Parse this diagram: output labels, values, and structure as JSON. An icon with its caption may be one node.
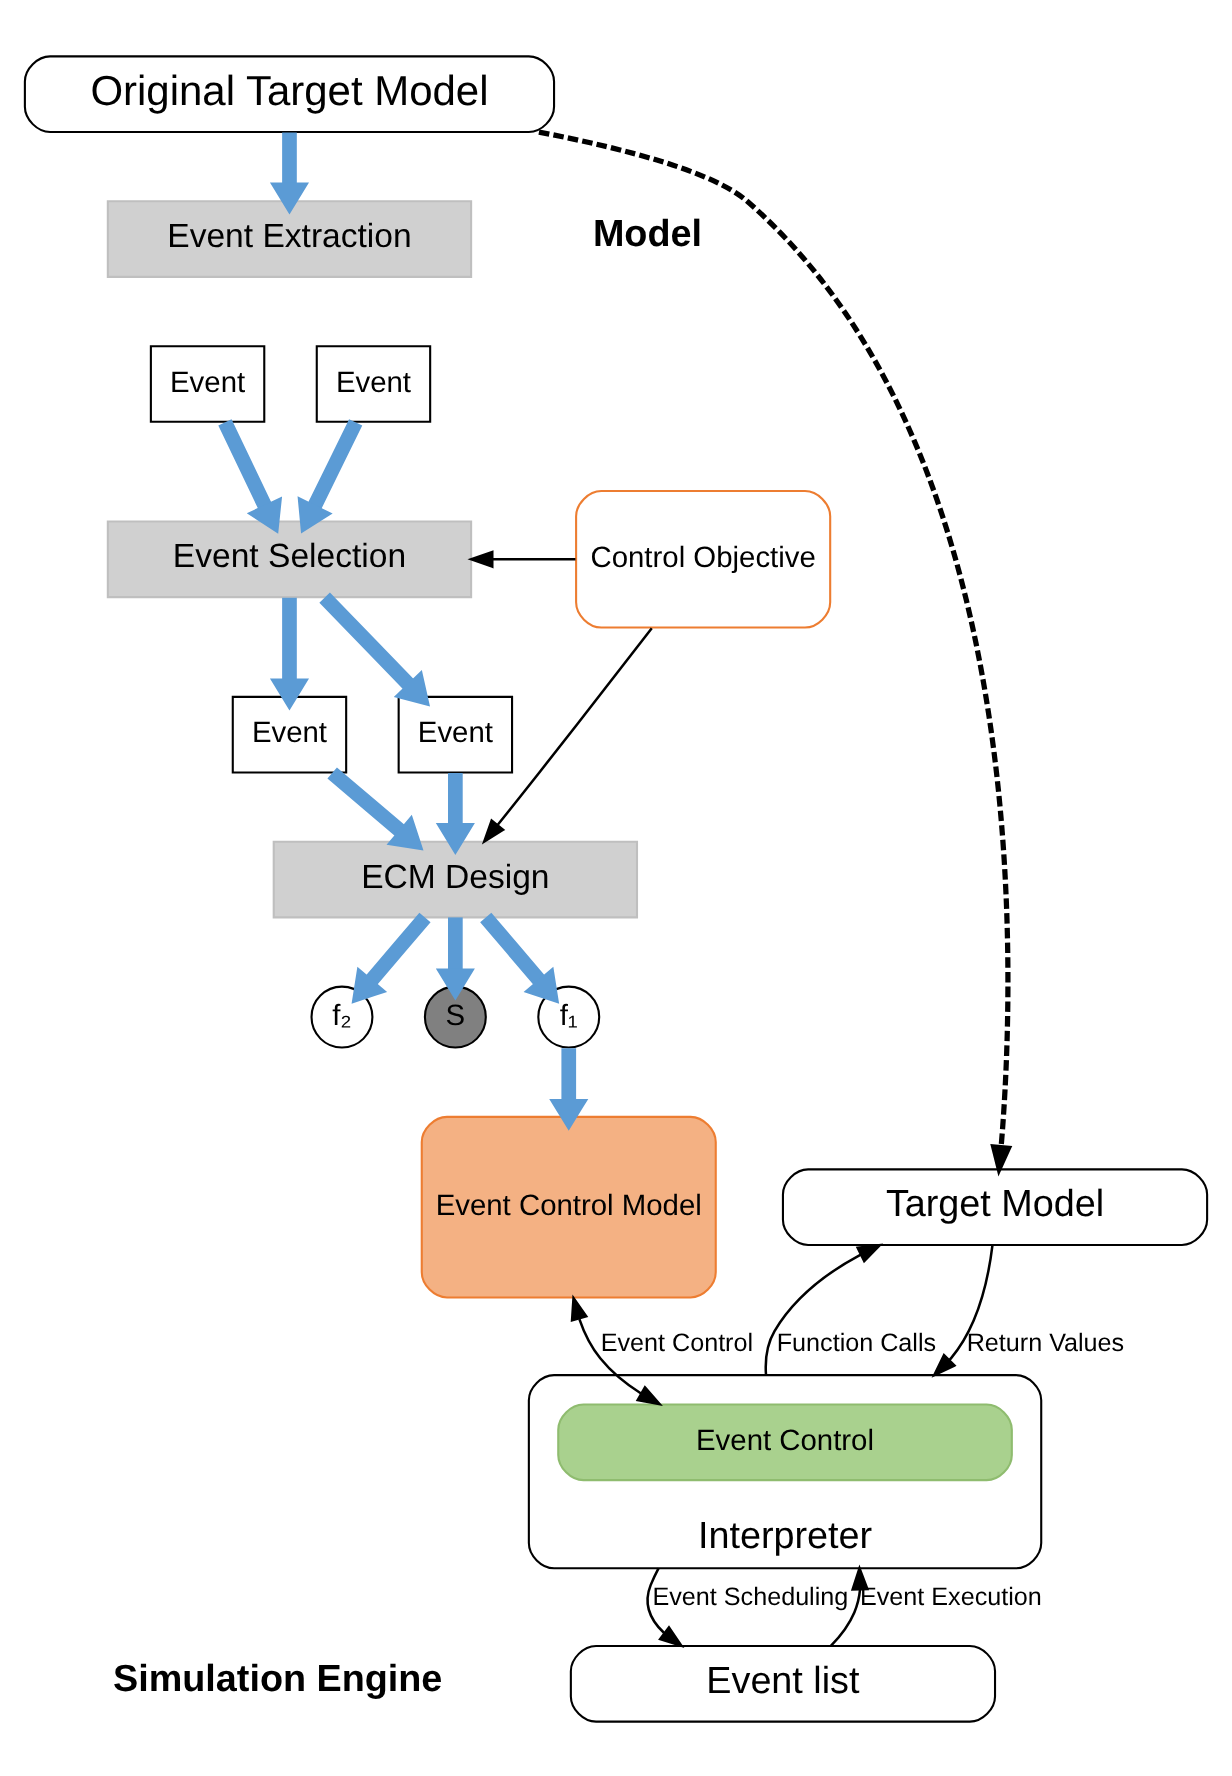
{
  "diagram": {
    "nodes": [
      {
        "text": [
          "Original Target Model"
        ]
      },
      {
        "text": [
          "Event Extraction"
        ]
      },
      {
        "text": [
          "Event"
        ]
      },
      {
        "text": [
          "Event"
        ]
      },
      {
        "text": [
          "Control Objective"
        ]
      },
      {
        "text": [
          "Event Selection"
        ]
      },
      {
        "text": [
          "Event"
        ]
      },
      {
        "text": [
          "Event"
        ]
      },
      {
        "text": [
          "ECM Design"
        ]
      },
      {
        "text": [
          "f₁"
        ]
      },
      {
        "text": [
          "f₂"
        ]
      },
      {
        "text": [
          "S"
        ]
      },
      {
        "text": [
          "Event Control Model"
        ]
      },
      {
        "text": [
          "Target Model"
        ]
      },
      {
        "text": [
          "Interpreter"
        ]
      },
      {
        "text": [
          "Event Control"
        ],
        "in": 14
      },
      {
        "text": [
          "Event list"
        ]
      }
    ],
    "edges": [
      {
        "from": 0,
        "to": 1,
        "arrow": "to"
      },
      {
        "from": 2,
        "to": 5,
        "arrow": "to"
      },
      {
        "from": 3,
        "to": 5,
        "arrow": "to"
      },
      {
        "from": 4,
        "to": 5,
        "arrow": "to",
        "color": "#000000"
      },
      {
        "from": 4,
        "to": 8,
        "arrow": "to",
        "color": "#000000"
      },
      {
        "from": 5,
        "to": 6,
        "arrow": "to"
      },
      {
        "from": 5,
        "to": 7,
        "arrow": "to"
      },
      {
        "from": 6,
        "to": 8,
        "arrow": "to"
      },
      {
        "from": 7,
        "to": 8,
        "arrow": "to"
      },
      {
        "from": 8,
        "to": 9,
        "arrow": "to"
      },
      {
        "from": 8,
        "to": 10,
        "arrow": "to"
      },
      {
        "from": 8,
        "to": 11,
        "arrow": "to"
      },
      {
        "from": 9,
        "to": 12,
        "arrow": "to"
      },
      {
        "from": 0,
        "to": 13,
        "arrow": "to",
        "style": "dashed",
        "color": "#000000"
      },
      {
        "from": 13,
        "to": 14,
        "arrow": "to",
        "label": "Return Values",
        "color": "#000000"
      },
      {
        "from": 14,
        "to": 13,
        "arrow": "to",
        "label": "Function Calls",
        "color": "#000000"
      },
      {
        "from": 12,
        "to": 15,
        "arrow": "both",
        "label": "Event Control",
        "color": "#000000"
      },
      {
        "from": 14,
        "to": 16,
        "arrow": "to",
        "label": "Event Scheduling",
        "color": "#000000"
      },
      {
        "from": 16,
        "to": 14,
        "arrow": "to",
        "label": "Event Execution",
        "color": "#000000"
      }
    ],
    "labels": [
      "Model",
      "Simulation Engine"
    ]
  }
}
